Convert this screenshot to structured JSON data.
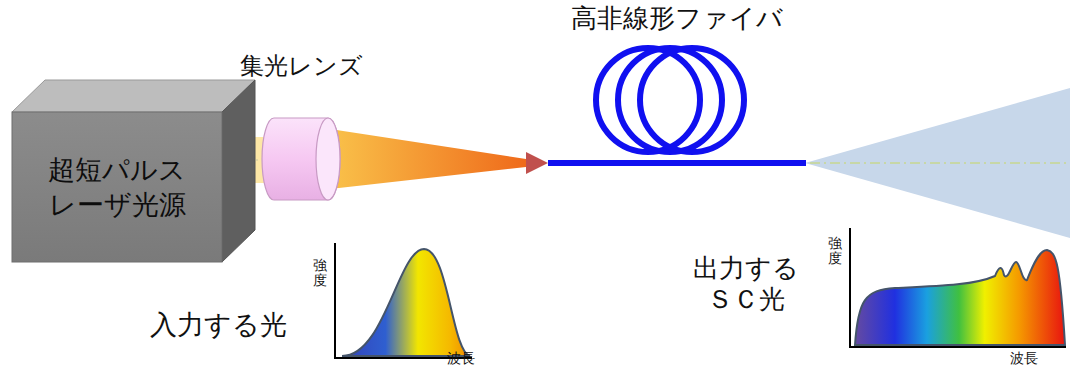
{
  "diagram": {
    "nodes": [
      {
        "text": [
          "超短パルス レーザ光源"
        ]
      },
      {
        "text": [
          "集光レンズ"
        ]
      },
      {
        "text": [
          "高非線形ファイバ"
        ]
      }
    ],
    "edges": [
      {
        "from": 0,
        "to": 1,
        "arrow": "none"
      },
      {
        "from": 1,
        "to": 2,
        "arrow": "to"
      }
    ],
    "labels": [
      "強度",
      "波長",
      "入力する光",
      "強度",
      "波長",
      "出力する ＳＣ光"
    ]
  }
}
